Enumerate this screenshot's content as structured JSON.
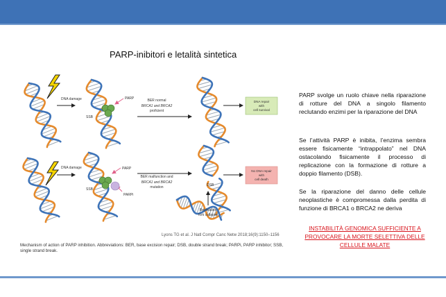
{
  "slide": {
    "title": "PARP-inibitori e letalità sintetica",
    "paragraphs": [
      "PARP svolge un ruolo chiave nella riparazione di rotture del DNA a singolo filamento reclutando enzimi per la riparazione del DNA",
      "Se l’attività PARP è inibita, l’enzima sembra essere fisicamente “intrappolato” nel DNA ostacolando fisicamente il processo di replicazione con la formazione di rotture a doppio filamento (DSB).",
      "Se la riparazione del danno delle cellule neoplastiche è compromessa dalla perdita di funzione di BRCA1 o BRCA2 ne deriva"
    ],
    "highlight": "INSTABILITÀ GENOMICA SUFFICIENTE A PROVOCARE LA MORTE SELETTIVA DELLE CELLULE MALATE"
  },
  "figure": {
    "top_row": {
      "dna_damage": "DNA damage",
      "ssb": "SSB",
      "parp": "PARP",
      "process_line1": "BER normal",
      "process_line2": "BRCA1 and BRCA2",
      "process_line3": "proficient",
      "outcome_line1": "DNA repair",
      "outcome_line2": "with",
      "outcome_line3": "cell survival"
    },
    "bottom_row": {
      "dna_damage": "DNA damage",
      "ssb": "SSB",
      "parp": "PARP",
      "parpi": "PARPi",
      "process_line1": "BER malfunction and",
      "process_line2": "BRCA1 and BRCA2",
      "process_line3": "mutation",
      "dsb": "DSB",
      "fork_line1": "Replication",
      "fork_line2": "fork collapse",
      "outcome_line1": "No DNA repair",
      "outcome_line2": "with",
      "outcome_line3": "cell death"
    },
    "colors": {
      "strand_orange": "#e58a2c",
      "strand_blue": "#3d73b8",
      "rung": "#9aa6b2",
      "parp_green": "#6aa84f",
      "parpi_lilac": "#c9b3e0",
      "lightning": "#f5d400",
      "survival_box": "#d8ebb8",
      "death_box": "#f4b3b0",
      "arrow_pink": "#e0608a"
    },
    "citation": "Lyons TG et al. J Natl Compr Canc Netw 2018;16(9):1150–1156",
    "caption": "Mechanism of action of PARP inhibition. Abbreviations: BER, base excision repair; DSB, double strand break; PARPi, PARP inhibitor; SSB, single strand break."
  }
}
